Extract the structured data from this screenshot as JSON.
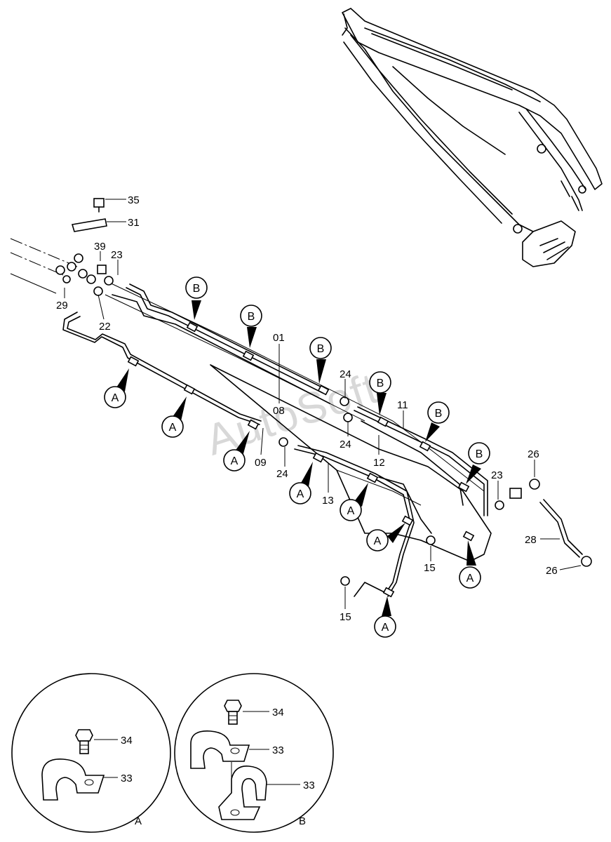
{
  "watermark": "AutoSoft",
  "part_numbers": {
    "p01": "01",
    "p08": "08",
    "p09": "09",
    "p11": "11",
    "p12": "12",
    "p13": "13",
    "p15a": "15",
    "p15b": "15",
    "p22": "22",
    "p23a": "23",
    "p23b": "23",
    "p24a": "24",
    "p24b": "24",
    "p24c": "24",
    "p26a": "26",
    "p26b": "26",
    "p28": "28",
    "p29": "29",
    "p31": "31",
    "p35": "35",
    "p39": "39"
  },
  "clamp_callout": {
    "a": "A",
    "b": "B"
  },
  "detail_a": {
    "title": "A",
    "bolt": "34",
    "clamp": "33"
  },
  "detail_b": {
    "title": "B",
    "bolt": "34",
    "clamp_top": "33",
    "clamp_bottom": "33"
  }
}
